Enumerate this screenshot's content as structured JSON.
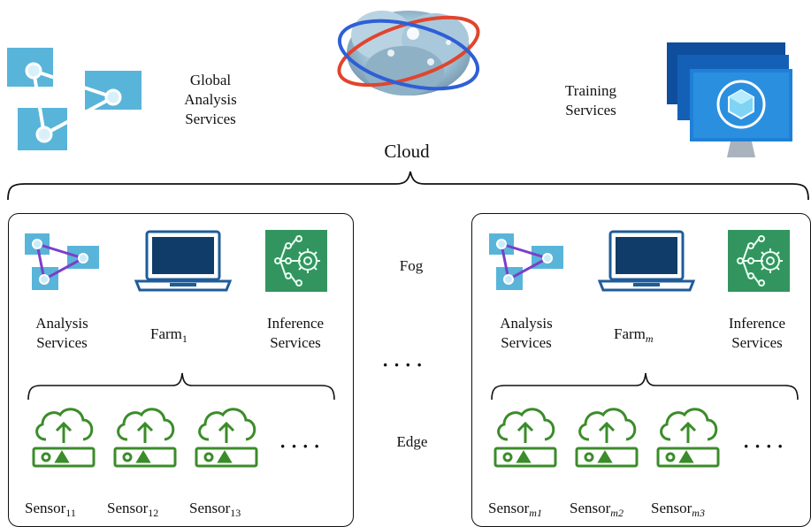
{
  "cloud": {
    "label": "Cloud",
    "global_analysis": [
      "Global",
      "Analysis",
      "Services"
    ],
    "training": [
      "Training",
      "Services"
    ]
  },
  "tiers": {
    "fog": "Fog",
    "edge": "Edge"
  },
  "dots": "· · · ·",
  "farms": [
    {
      "name": "Farm",
      "sub": "1",
      "analysis": [
        "Analysis",
        "Services"
      ],
      "inference": [
        "Inference",
        "Services"
      ],
      "sensors": [
        {
          "name": "Sensor",
          "sub": "11"
        },
        {
          "name": "Sensor",
          "sub": "12"
        },
        {
          "name": "Sensor",
          "sub": "13"
        }
      ]
    },
    {
      "name": "Farm",
      "sub": "m",
      "analysis": [
        "Analysis",
        "Services"
      ],
      "inference": [
        "Inference",
        "Services"
      ],
      "sensors": [
        {
          "name": "Sensor",
          "sub": "m1"
        },
        {
          "name": "Sensor",
          "sub": "m2"
        },
        {
          "name": "Sensor",
          "sub": "m3"
        }
      ]
    }
  ],
  "colors": {
    "analysis_blue": "#59b4d9",
    "analysis_dark": "#3999c6",
    "triangle": "#7a3fc8",
    "laptop": "#1f5c99",
    "laptop_screen": "#0f3c68",
    "inference_green": "#2e8b57",
    "sensor_green": "#3b8c2a",
    "monitor_blue": "#1e6fc2"
  }
}
